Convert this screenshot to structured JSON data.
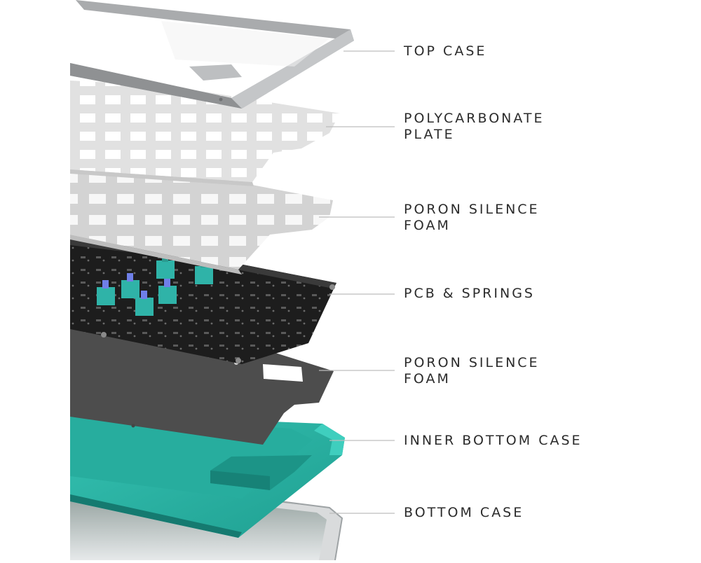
{
  "diagram": {
    "components": [
      {
        "id": "top-case",
        "lines": [
          "TOP CASE"
        ]
      },
      {
        "id": "polycarbonate-plate",
        "lines": [
          "POLYCARBONATE",
          "PLATE"
        ]
      },
      {
        "id": "poron-silence-foam-upper",
        "lines": [
          "PORON SILENCE",
          "FOAM"
        ]
      },
      {
        "id": "pcb-springs",
        "lines": [
          "PCB & SPRINGS"
        ]
      },
      {
        "id": "poron-silence-foam-lower",
        "lines": [
          "PORON SILENCE",
          "FOAM"
        ]
      },
      {
        "id": "inner-bottom-case",
        "lines": [
          "INNER BOTTOM CASE"
        ]
      },
      {
        "id": "bottom-case",
        "lines": [
          "BOTTOM CASE"
        ]
      }
    ],
    "colors": {
      "label_text": "#2b2b2b",
      "leader_line": "#bdbdbd",
      "top_case": "#a9abad",
      "plate": "#dcdcdc",
      "foam": "#4a4a4a",
      "pcb": "#1c1c1c",
      "switch": "#2fb3a8",
      "switch_stem": "#6f7fe8",
      "inner_bottom_case": "#2ab3a3",
      "bottom_case": "#c7c9cb"
    }
  }
}
